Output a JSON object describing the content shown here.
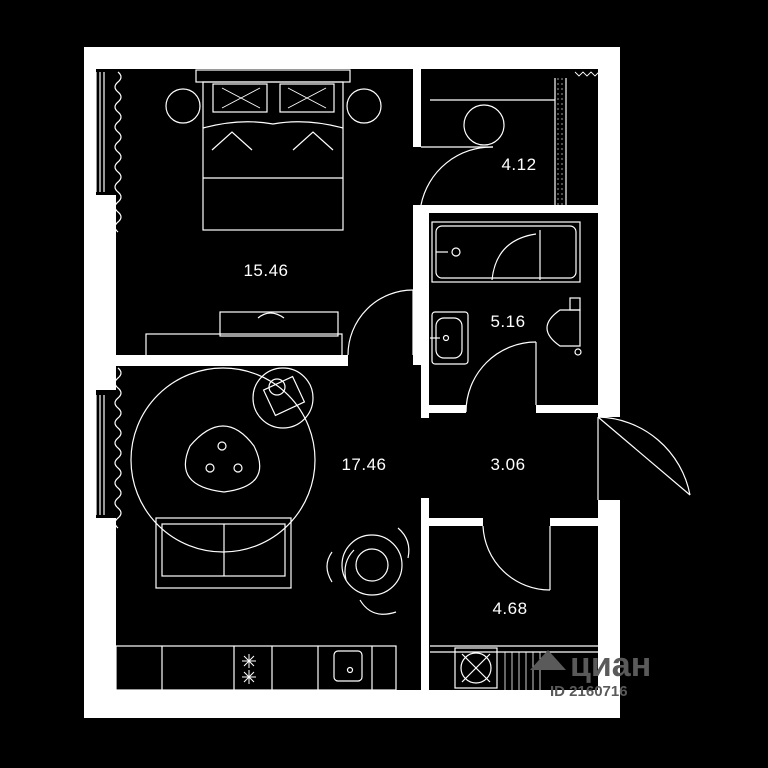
{
  "colors": {
    "background": "#000000",
    "wall": "#ffffff",
    "line": "#ffffff",
    "watermark": "#5a5a5a"
  },
  "rooms": {
    "bedroom": {
      "area": "15.46"
    },
    "wardrobe": {
      "area": "4.12"
    },
    "bathroom": {
      "area": "5.16"
    },
    "living": {
      "area": "17.46"
    },
    "hall": {
      "area": "3.06"
    },
    "storage": {
      "area": "4.68"
    }
  },
  "watermark": {
    "brand": "циан",
    "id": "ID 2160716",
    "icon": "cian-logo-icon"
  }
}
